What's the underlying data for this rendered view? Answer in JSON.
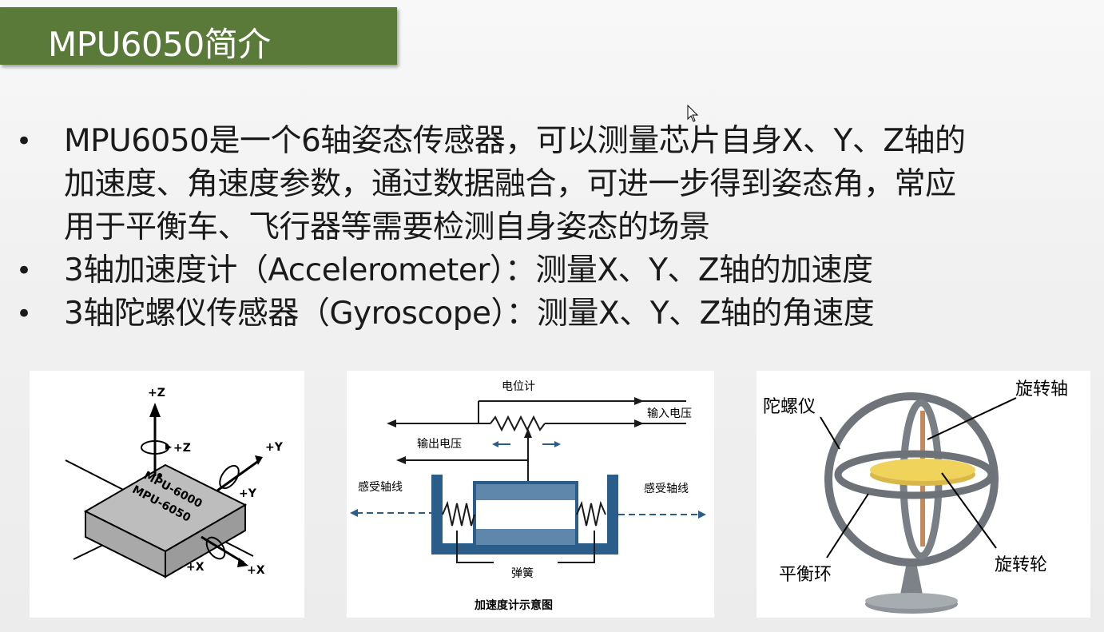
{
  "title": "MPU6050简介",
  "bullets": [
    {
      "lines": [
        "MPU6050是一个6轴姿态传感器，可以测量芯片自身X、Y、Z轴的",
        "加速度、角速度参数，通过数据融合，可进一步得到姿态角，常应",
        "用于平衡车、飞行器等需要检测自身姿态的场景"
      ]
    },
    {
      "lines": [
        "3轴加速度计（Accelerometer）：测量X、Y、Z轴的加速度"
      ]
    },
    {
      "lines": [
        "3轴陀螺仪传感器（Gyroscope）：测量X、Y、Z轴的角速度"
      ]
    }
  ],
  "bullet_symbol": "•",
  "figure_chip": {
    "axis_z": "+Z",
    "rot_z": "+Z",
    "axis_y": "+Y",
    "rot_y": "+Y",
    "axis_x": "+X",
    "rot_x": "+X",
    "chip_line1": "MPU-6000",
    "chip_line2": "MPU-6050"
  },
  "figure_accel": {
    "potentiometer": "电位计",
    "input_voltage": "输入电压",
    "output_voltage": "输出电压",
    "sense_axis_left": "感受轴线",
    "sense_axis_right": "感受轴线",
    "spring": "弹簧",
    "caption": "加速度计示意图"
  },
  "figure_gyro": {
    "gyroscope": "陀螺仪",
    "spin_axis": "旋转轴",
    "gimbal_ring": "平衡环",
    "rotor": "旋转轮"
  },
  "colors": {
    "title_bg": "#5a7a3a",
    "title_text": "#ffffff",
    "body_text": "#1a1a1a",
    "accel_blue": "#2a5d8a",
    "rotor_yellow": "#f0d35a"
  }
}
